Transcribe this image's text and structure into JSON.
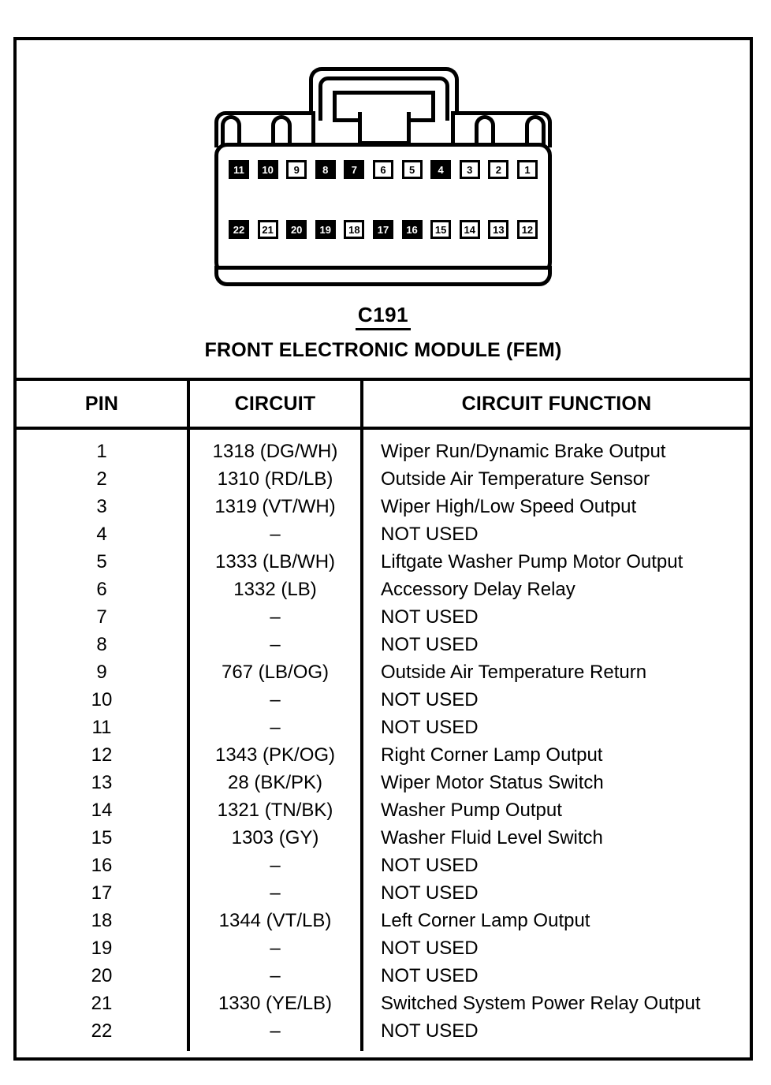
{
  "connector": {
    "id": "C191",
    "name": "FRONT ELECTRONIC MODULE (FEM)",
    "pin_rows": {
      "top": [
        {
          "number": "11",
          "filled": true
        },
        {
          "number": "10",
          "filled": true
        },
        {
          "number": "9",
          "filled": false
        },
        {
          "number": "8",
          "filled": true
        },
        {
          "number": "7",
          "filled": true
        },
        {
          "number": "6",
          "filled": false
        },
        {
          "number": "5",
          "filled": false
        },
        {
          "number": "4",
          "filled": true
        },
        {
          "number": "3",
          "filled": false
        },
        {
          "number": "2",
          "filled": false
        },
        {
          "number": "1",
          "filled": false
        }
      ],
      "bottom": [
        {
          "number": "22",
          "filled": true
        },
        {
          "number": "21",
          "filled": false
        },
        {
          "number": "20",
          "filled": true
        },
        {
          "number": "19",
          "filled": true
        },
        {
          "number": "18",
          "filled": false
        },
        {
          "number": "17",
          "filled": true
        },
        {
          "number": "16",
          "filled": true
        },
        {
          "number": "15",
          "filled": false
        },
        {
          "number": "14",
          "filled": false
        },
        {
          "number": "13",
          "filled": false
        },
        {
          "number": "12",
          "filled": false
        }
      ]
    }
  },
  "table": {
    "headers": [
      "PIN",
      "CIRCUIT",
      "CIRCUIT FUNCTION"
    ],
    "rows": [
      {
        "pin": "1",
        "circuit": "1318 (DG/WH)",
        "function": "Wiper Run/Dynamic Brake Output"
      },
      {
        "pin": "2",
        "circuit": "1310 (RD/LB)",
        "function": "Outside Air Temperature Sensor"
      },
      {
        "pin": "3",
        "circuit": "1319 (VT/WH)",
        "function": "Wiper High/Low Speed Output"
      },
      {
        "pin": "4",
        "circuit": "–",
        "function": "NOT USED"
      },
      {
        "pin": "5",
        "circuit": "1333 (LB/WH)",
        "function": "Liftgate Washer Pump Motor Output"
      },
      {
        "pin": "6",
        "circuit": "1332 (LB)",
        "function": "Accessory Delay Relay"
      },
      {
        "pin": "7",
        "circuit": "–",
        "function": "NOT USED"
      },
      {
        "pin": "8",
        "circuit": "–",
        "function": "NOT USED"
      },
      {
        "pin": "9",
        "circuit": "767 (LB/OG)",
        "function": "Outside Air Temperature Return"
      },
      {
        "pin": "10",
        "circuit": "–",
        "function": "NOT USED"
      },
      {
        "pin": "11",
        "circuit": "–",
        "function": "NOT USED"
      },
      {
        "pin": "12",
        "circuit": "1343 (PK/OG)",
        "function": "Right Corner Lamp Output"
      },
      {
        "pin": "13",
        "circuit": "28 (BK/PK)",
        "function": "Wiper Motor Status Switch"
      },
      {
        "pin": "14",
        "circuit": "1321 (TN/BK)",
        "function": "Washer Pump Output"
      },
      {
        "pin": "15",
        "circuit": "1303 (GY)",
        "function": "Washer Fluid Level Switch"
      },
      {
        "pin": "16",
        "circuit": "–",
        "function": "NOT USED"
      },
      {
        "pin": "17",
        "circuit": "–",
        "function": "NOT USED"
      },
      {
        "pin": "18",
        "circuit": "1344 (VT/LB)",
        "function": "Left Corner Lamp Output"
      },
      {
        "pin": "19",
        "circuit": "–",
        "function": "NOT USED"
      },
      {
        "pin": "20",
        "circuit": "–",
        "function": "NOT USED"
      },
      {
        "pin": "21",
        "circuit": "1330 (YE/LB)",
        "function": "Switched System Power Relay Output"
      },
      {
        "pin": "22",
        "circuit": "–",
        "function": "NOT USED"
      }
    ]
  }
}
